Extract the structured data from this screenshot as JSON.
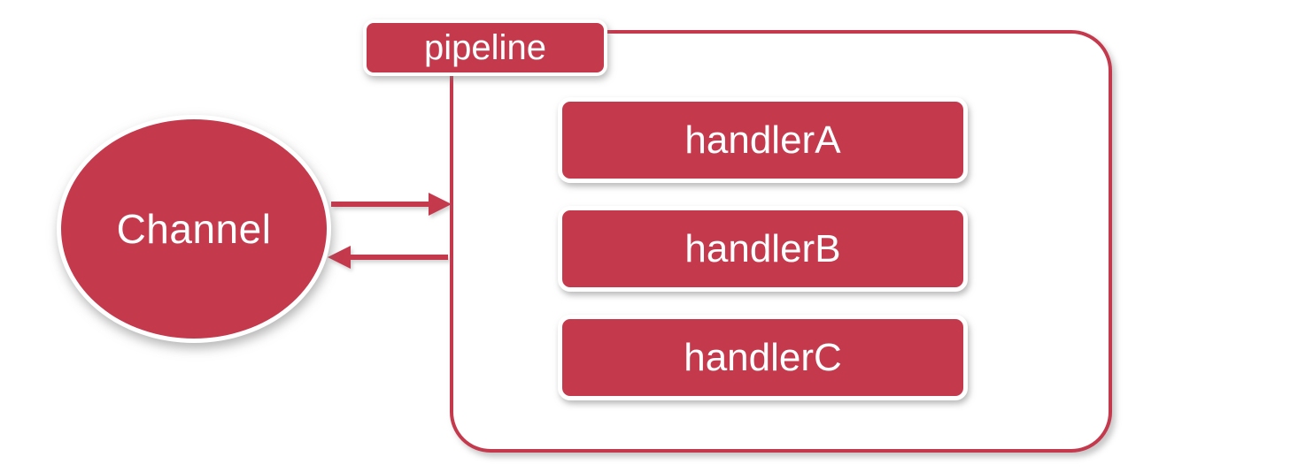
{
  "colors": {
    "accent": "#c5394d",
    "border": "#ffffff",
    "bg": "#ffffff"
  },
  "channel": {
    "label": "Channel"
  },
  "pipeline": {
    "label": "pipeline",
    "handlers": [
      {
        "label": "handlerA"
      },
      {
        "label": "handlerB"
      },
      {
        "label": "handlerC"
      }
    ]
  },
  "arrows": [
    {
      "name": "channel-to-pipeline",
      "direction": "right"
    },
    {
      "name": "pipeline-to-channel",
      "direction": "left"
    }
  ]
}
